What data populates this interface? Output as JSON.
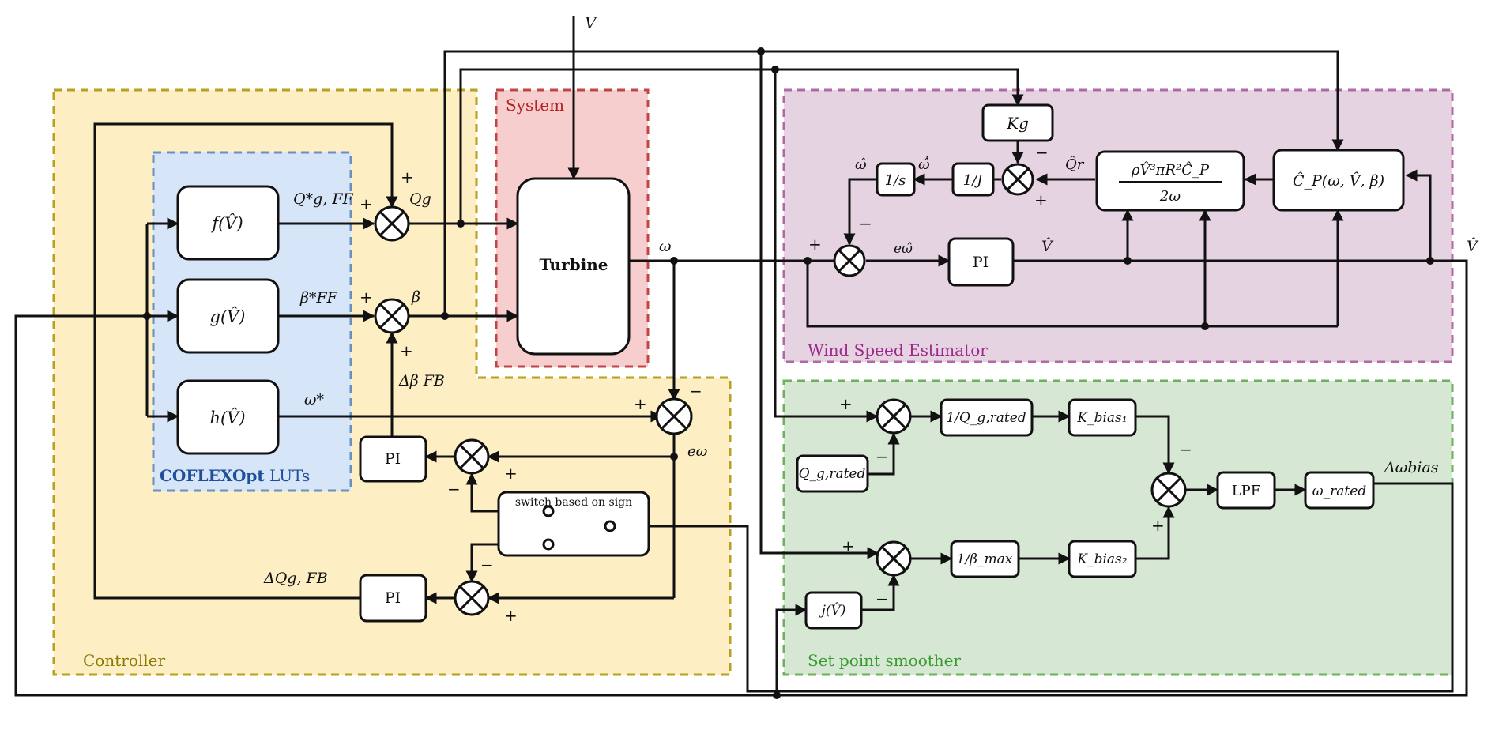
{
  "colors": {
    "controller_fill": "#fdeec4",
    "controller_stroke": "#b8a020",
    "system_fill": "#f6cece",
    "system_stroke": "#c04545",
    "luts_fill": "#d6e5f7",
    "luts_stroke": "#6a90c0",
    "estimator_fill": "#e6d3e1",
    "estimator_stroke": "#b069a6",
    "smoother_fill": "#d6e8d3",
    "smoother_stroke": "#6fb05e",
    "controller_text": "#8a7a00",
    "system_text": "#b22222",
    "luts_text": "#1f4f9a",
    "estimator_text": "#9b2a8a",
    "smoother_text": "#3a9a30"
  },
  "regions": {
    "controller": "Controller",
    "system": "System",
    "luts_bold": "COFLEXOpt",
    "luts_rest": " LUTs",
    "estimator": "Wind Speed Estimator",
    "smoother": "Set point smoother"
  },
  "blocks": {
    "f": "f(V̂)",
    "g": "g(V̂)",
    "h": "h(V̂)",
    "turbine": "Turbine",
    "pi_beta": "PI",
    "pi_q": "PI",
    "pi_est": "PI",
    "switch": "switch based on sign",
    "kg": "Kg",
    "inv_j": "1/J",
    "inv_s": "1/s",
    "aero_num": "ρV̂³πR²Ĉ_P",
    "aero_den": "2ω",
    "cp": "Ĉ_P(ω, V̂, β)",
    "inv_qrated": "1/Q_g,rated",
    "kbias1": "K_bias₁",
    "qrated": "Q_g,rated",
    "inv_betamax": "1/β_max",
    "kbias2": "K_bias₂",
    "j": "j(V̂)",
    "lpf": "LPF",
    "omega_rated": "ω_rated"
  },
  "signals": {
    "V": "V",
    "qg_ff": "Q*g, FF",
    "qg": "Qg",
    "beta_ff": "β*FF",
    "beta": "β",
    "omega_star": "ω*",
    "delta_beta_fb": "Δβ FB",
    "delta_qg_fb": "ΔQg, FB",
    "omega": "ω",
    "e_omega": "eω",
    "omega_hat": "ω̂",
    "omega_hat_dot": "ω̂̇",
    "q_r": "Q̂r",
    "e_omega_hat": "eω̂",
    "v_hat": "V̂",
    "v_hat_out": "V̂",
    "delta_omega_bias": "Δωbias"
  }
}
